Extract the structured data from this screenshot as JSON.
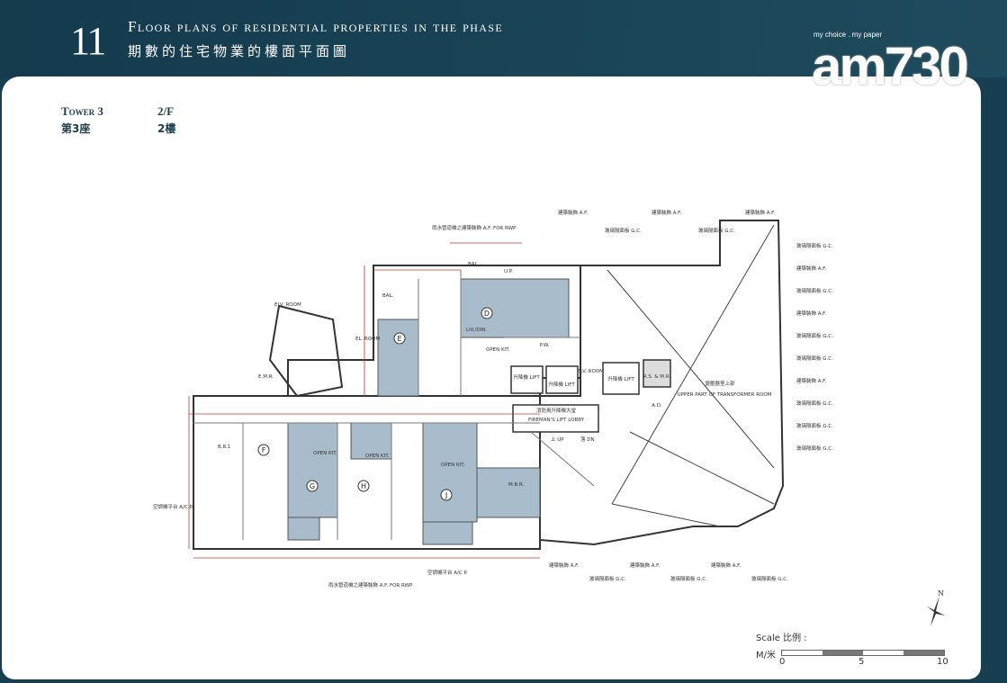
{
  "header": {
    "section_number": "11",
    "title_en": "Floor plans of residential properties in the phase",
    "title_zh": "期數的住宅物業的樓面平面圖"
  },
  "logo": {
    "tagline": "my choice . my paper",
    "wordmark": "am730"
  },
  "plan_meta": {
    "tower_en": "Tower 3",
    "tower_zh": "第3座",
    "floor_en": "2/F",
    "floor_zh": "2樓"
  },
  "units": [
    "D",
    "E",
    "F",
    "G",
    "H",
    "J"
  ],
  "rooms": {
    "lift": "升降機 LIFT",
    "elv_room": "ELV. ROOM",
    "fireman_lobby_zh": "消防員升降機大堂",
    "fireman_lobby_en": "FIREMAN'S LIFT LOBBY",
    "transformer_zh": "變壓器室上部",
    "transformer_en": "UPPER PART OF TRANSFORMER ROOM",
    "refuse": "R.S. & M.R.",
    "ad": "A.D.",
    "pw": "P.W.",
    "el_room": "EL. ROOM",
    "elv_room_left": "ELV. ROOM",
    "emr": "E.M.R.",
    "up": "上 UP",
    "dn": "落 DN",
    "liv_din": "LIV./DIN.",
    "open_kit": "OPEN KIT.",
    "br1": "B.R.1",
    "mbr": "M.B.R.",
    "bal": "BAL.",
    "ut": "U.P.",
    "af_for_rwp": "雨水管道機之建築裝飾 A.F. FOR RWP",
    "acp": "空調機平台 A/C P."
  },
  "side_labels": [
    "玻璃隔面板 G.C.",
    "建築裝飾 A.F.",
    "玻璃隔面板 G.C.",
    "建築裝飾 A.F.",
    "玻璃隔面板 G.C.",
    "玻璃隔面板 G.C.",
    "建築裝飾 A.F.",
    "玻璃隔面板 G.C.",
    "玻璃隔面板 G.C.",
    "玻璃隔面板 G.C."
  ],
  "top_labels": [
    "建築裝飾 A.F.",
    "玻璃隔面板 G.C.",
    "建築裝飾 A.F.",
    "玻璃隔面板 G.C.",
    "建築裝飾 A.F."
  ],
  "bottom_labels": [
    "建築裝飾 A.F.",
    "玻璃隔面板 G.C.",
    "建築裝飾 A.F.",
    "玻璃隔面板 G.C.",
    "建築裝飾 A.F.",
    "玻璃隔面板 G.C."
  ],
  "scale": {
    "label": "Scale 比例 :",
    "unit": "M/米",
    "ticks": [
      "0",
      "5",
      "10"
    ]
  },
  "north": "N",
  "colors": {
    "header": "#173e51",
    "unit_fill": "#a9bccb",
    "dim": "#b23a2a",
    "wall": "#333333"
  }
}
